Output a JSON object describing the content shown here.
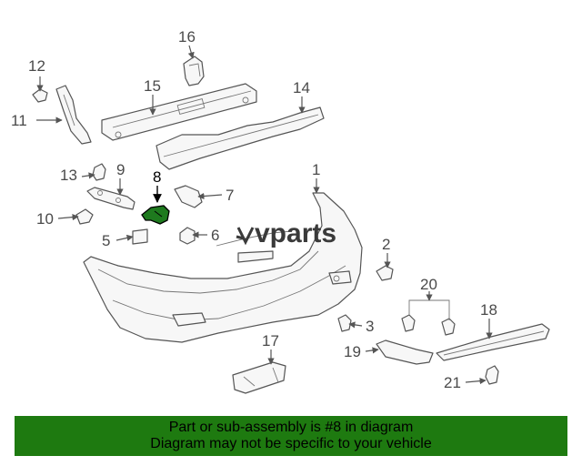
{
  "callouts": [
    {
      "id": "1",
      "label": "1"
    },
    {
      "id": "2",
      "label": "2"
    },
    {
      "id": "3",
      "label": "3"
    },
    {
      "id": "5",
      "label": "5"
    },
    {
      "id": "6",
      "label": "6"
    },
    {
      "id": "7",
      "label": "7"
    },
    {
      "id": "8",
      "label": "8",
      "highlighted": true
    },
    {
      "id": "9",
      "label": "9"
    },
    {
      "id": "10",
      "label": "10"
    },
    {
      "id": "11",
      "label": "11"
    },
    {
      "id": "12",
      "label": "12"
    },
    {
      "id": "13",
      "label": "13"
    },
    {
      "id": "14",
      "label": "14"
    },
    {
      "id": "15",
      "label": "15"
    },
    {
      "id": "16",
      "label": "16"
    },
    {
      "id": "17",
      "label": "17"
    },
    {
      "id": "18",
      "label": "18"
    },
    {
      "id": "19",
      "label": "19"
    },
    {
      "id": "20",
      "label": "20"
    },
    {
      "id": "21",
      "label": "21"
    }
  ],
  "watermark": {
    "text": "vparts"
  },
  "banner": {
    "line1": "Part or sub-assembly is #8 in diagram",
    "line2": "Diagram may not be specific to your vehicle",
    "color": "#1e7a10"
  },
  "highlight_color": "#1e7a1e"
}
